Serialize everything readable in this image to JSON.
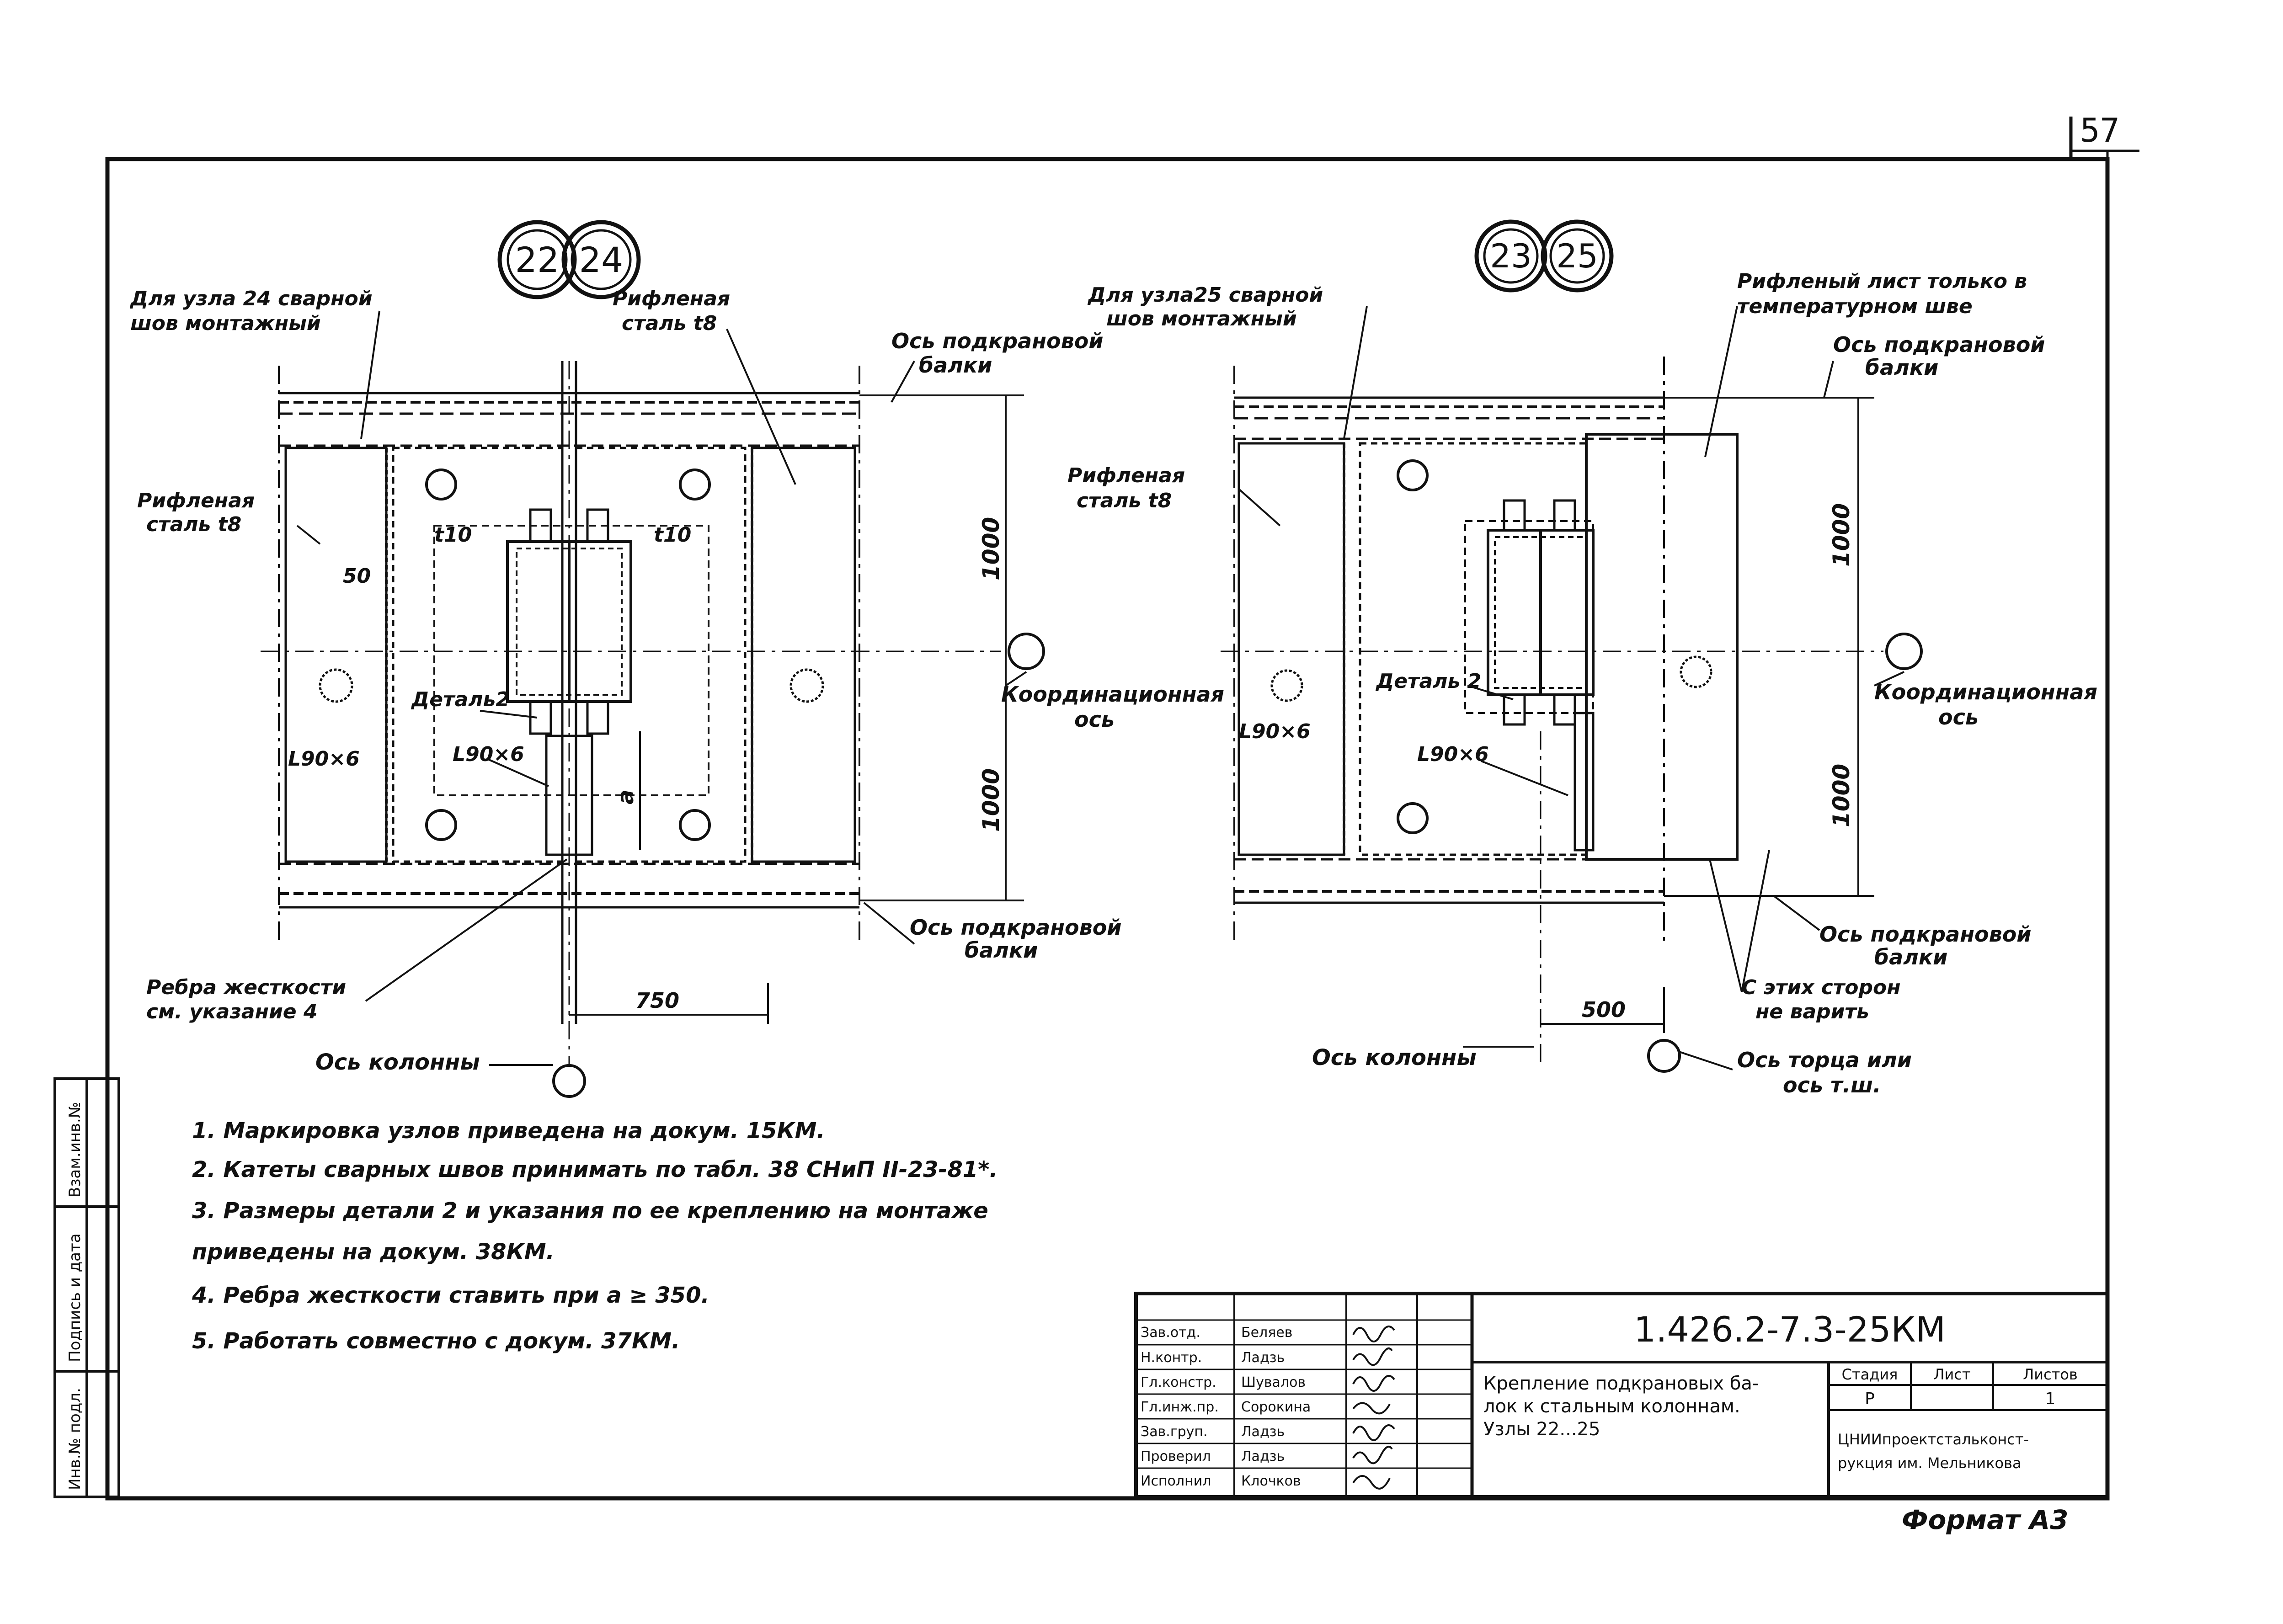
{
  "sheet_number": "57",
  "node_markers": {
    "left": [
      "22",
      "24"
    ],
    "right": [
      "23",
      "25"
    ]
  },
  "left_view": {
    "callout_weld_1": "Для узла 24 сварной",
    "callout_weld_2": "шов монтажный",
    "callout_plate_top_1": "Рифленая",
    "callout_plate_top_2": "сталь t8",
    "callout_plate_left_1": "Рифленая",
    "callout_plate_left_2": "сталь t8",
    "beam_axis_top_1": "Ось подкрановой",
    "beam_axis_top_2": "балки",
    "beam_axis_bottom_1": "Ось подкрановой",
    "beam_axis_bottom_2": "балки",
    "dim_50": "50",
    "thickness_left": "t10",
    "thickness_right": "t10",
    "dim_1000_top": "1000",
    "dim_1000_bottom": "1000",
    "coord_axis_1": "Координационная",
    "coord_axis_2": "ось",
    "detail_label": "Деталь2",
    "angle_left": "L90×6",
    "angle_center": "L90×6",
    "dim_a": "а",
    "stiffener_1": "Ребра жесткости",
    "stiffener_2": "см. указание 4",
    "dim_750": "750",
    "column_axis": "Ось колонны"
  },
  "right_view": {
    "callout_weld_1": "Для узла25 сварной",
    "callout_weld_2": "шов монтажный",
    "callout_plate_top_1": "Рифленый лист только в",
    "callout_plate_top_2": "температурном шве",
    "callout_plate_left_1": "Рифленая",
    "callout_plate_left_2": "сталь t8",
    "beam_axis_top_1": "Ось подкрановой",
    "beam_axis_top_2": "балки",
    "beam_axis_bottom_1": "Ось подкрановой",
    "beam_axis_bottom_2": "балки",
    "dim_1000_top": "1000",
    "dim_1000_bottom": "1000",
    "coord_axis_1": "Координационная",
    "coord_axis_2": "ось",
    "detail_label": "Деталь 2",
    "angle_left": "L90×6",
    "angle_center": "L90×6",
    "no_weld_1": "С этих сторон",
    "no_weld_2": "не варить",
    "dim_500": "500",
    "column_axis": "Ось колонны",
    "end_axis_1": "Ось торца или",
    "end_axis_2": "ось т.ш."
  },
  "notes": [
    "1. Маркировка узлов приведена на докум. 15КМ.",
    "2. Катеты сварных швов принимать по табл. 38 СНиП II-23-81*.",
    "3. Размеры детали 2 и указания по ее креплению на монтаже",
    "приведены на докум. 38КМ.",
    "4. Ребра жесткости ставить при а ≥ 350.",
    "5. Работать совместно с докум. 37КМ."
  ],
  "side_stamp": [
    "Взам.инв.№",
    "Подпись и дата",
    "Инв.№ подл."
  ],
  "title_block": {
    "doc_code": "1.426.2-7.3-25КМ",
    "signatures": [
      {
        "role": "Зав.отд.",
        "name": "Беляев"
      },
      {
        "role": "Н.контр.",
        "name": "Ладзь"
      },
      {
        "role": "Гл.констр.",
        "name": "Шувалов"
      },
      {
        "role": "Гл.инж.пр.",
        "name": "Сорокина"
      },
      {
        "role": "Зав.груп.",
        "name": "Ладзь"
      },
      {
        "role": "Проверил",
        "name": "Ладзь"
      },
      {
        "role": "Исполнил",
        "name": "Клочков"
      }
    ],
    "title_lines": [
      "Крепление подкрановых ба-",
      "лок к стальным колоннам.",
      "Узлы 22...25"
    ],
    "stage_header": "Стадия",
    "sheet_header": "Лист",
    "sheets_header": "Листов",
    "stage_value": "Р",
    "sheets_value": "1",
    "organization_lines": [
      "ЦНИИпроектстальконст-",
      "рукция им. Мельникова"
    ]
  },
  "format_label": "Формат А3"
}
